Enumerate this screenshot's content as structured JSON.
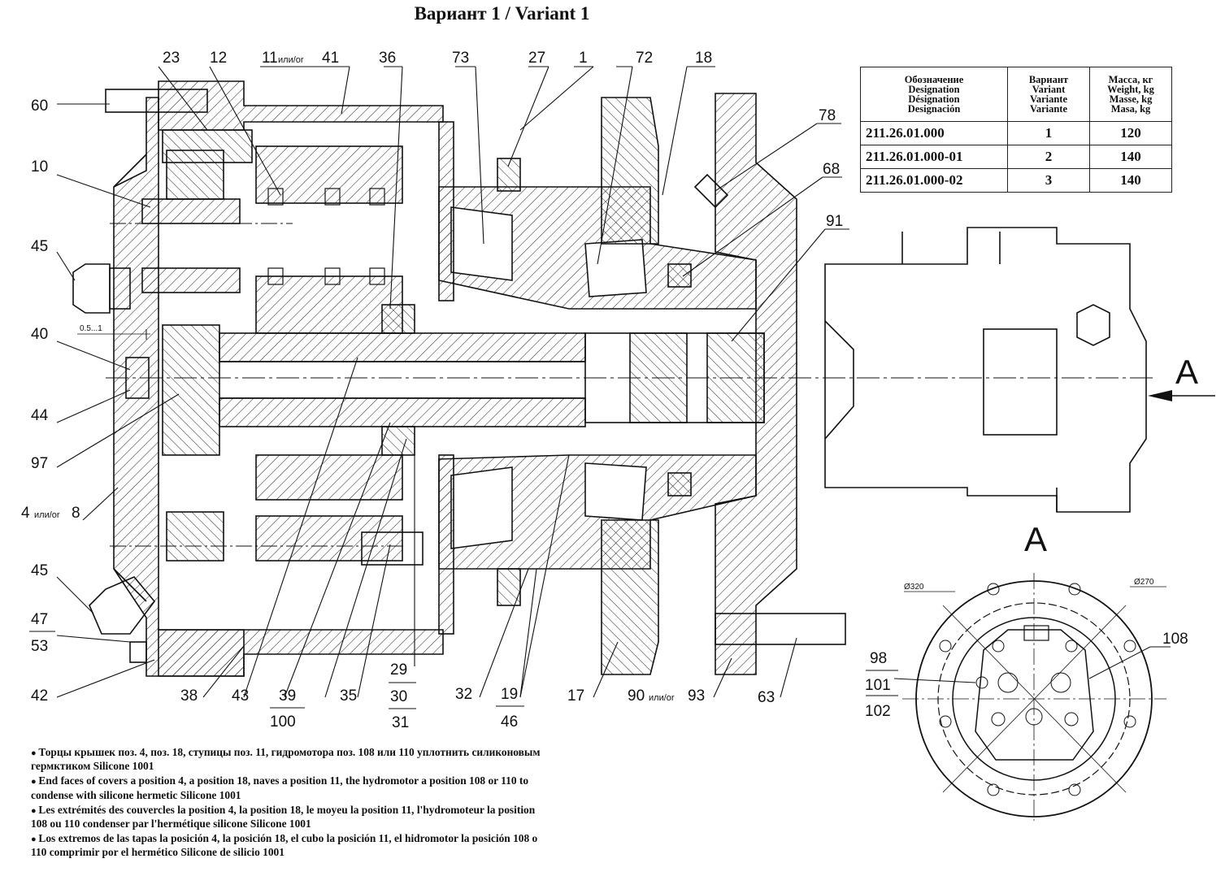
{
  "title": "Вариант 1 / Variant 1",
  "spec_table": {
    "header": {
      "designation": [
        "Обозначение",
        "Designation",
        "Désignation",
        "Designación"
      ],
      "variant": [
        "Вариант",
        "Variant",
        "Variante",
        "Variante"
      ],
      "mass": [
        "Масса, кг",
        "Weight, kg",
        "Masse, kg",
        "Masa, kg"
      ]
    },
    "rows": [
      {
        "designation": "211.26.01.000",
        "variant": "1",
        "mass": "120"
      },
      {
        "designation": "211.26.01.000-01",
        "variant": "2",
        "mass": "140"
      },
      {
        "designation": "211.26.01.000-02",
        "variant": "3",
        "mass": "140"
      }
    ]
  },
  "callouts": {
    "c23": "23",
    "c12": "12",
    "c11or41_a": "11",
    "c11or41_or": "или/or",
    "c11or41_b": "41",
    "c36": "36",
    "c73": "73",
    "c27": "27",
    "c1": "1",
    "c72": "72",
    "c18": "18",
    "c78": "78",
    "c68": "68",
    "c91": "91",
    "c60": "60",
    "c10": "10",
    "c45a": "45",
    "c40": "40",
    "c44": "44",
    "c97": "97",
    "c4or8_a": "4",
    "c4or8_or": "или/or",
    "c4or8_b": "8",
    "c45b": "45",
    "c47": "47",
    "c53": "53",
    "c42": "42",
    "c38": "38",
    "c43": "43",
    "c39": "39",
    "c100": "100",
    "c35": "35",
    "c29": "29",
    "c30": "30",
    "c31": "31",
    "c32": "32",
    "c19": "19",
    "c46": "46",
    "c17": "17",
    "c90or93_a": "90",
    "c90or93_or": "или/or",
    "c90or93_b": "93",
    "c63": "63",
    "c108": "108",
    "c98": "98",
    "c101": "101",
    "c102": "102",
    "gap": "0.5...1"
  },
  "view": {
    "label": "A",
    "dia_outer": "Ø320",
    "dia_inner": "Ø270"
  },
  "notes": [
    "Торцы крышек поз. 4, поз. 18, ступицы поз. 11, гидромотора поз. 108 или 110 уплотнить силиконовым гермктиком Silicone 1001",
    "End faces of covers a position 4, a position 18, naves a position 11, the hydromotor a position 108 or 110 to condense with silicone hermetic Silicone 1001",
    "Les extrémités des couvercles la position 4, la position 18, le moyeu la position 11, l'hydromoteur la position 108 ou 110 condenser par l'hermétique silicone Silicone 1001",
    "Los extremos de las tapas la posición 4, la posición 18, el cubo la posición 11, el hidromotor la posición 108 o 110 comprimir por el hermético Silicone de silicio 1001"
  ]
}
